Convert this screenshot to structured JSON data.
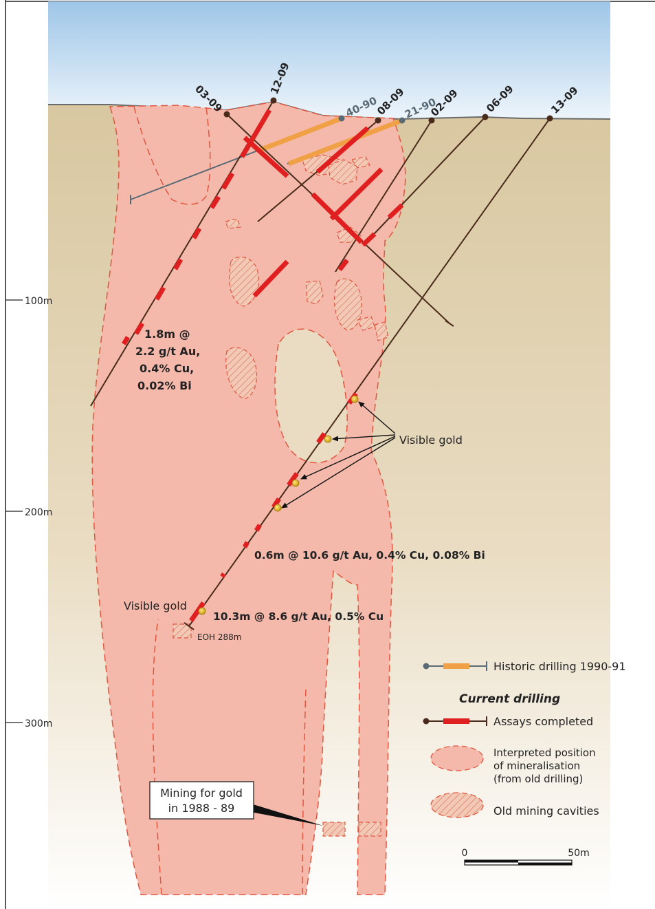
{
  "depth_labels": [
    "100m",
    "200m",
    "300m"
  ],
  "holes": {
    "current": [
      "03-09",
      "12-09",
      "08-09",
      "02-09",
      "06-09",
      "13-09"
    ],
    "historic": [
      "40-90",
      "21-90"
    ]
  },
  "annotations": {
    "intercept_top": [
      "1.8m @",
      "2.2 g/t Au,",
      "0.4% Cu,",
      "0.02% Bi"
    ],
    "intercept_mid": "0.6m @ 10.6 g/t Au, 0.4% Cu, 0.08% Bi",
    "intercept_low": "10.3m @ 8.6 g/t Au, 0.5% Cu",
    "visible_gold_right": "Visible gold",
    "visible_gold_left": "Visible gold",
    "eoh": "EOH 288m",
    "mining_box": [
      "Mining for gold",
      "in 1988 - 89"
    ]
  },
  "legend": {
    "historic": "Historic drilling 1990-91",
    "current_heading": "Current drilling",
    "assays": "Assays completed",
    "mineralisation": [
      "Interpreted position",
      "of mineralisation",
      "(from old drilling)"
    ],
    "cavities": "Old mining cavities"
  },
  "scale_bar": {
    "start": "0",
    "end": "50m"
  },
  "colors": {
    "sky_top": "#9ec6e8",
    "ground": "#d9c9a2",
    "mineralisation": "#f5b9ac",
    "mineral_edge": "#e0563f",
    "assay_red": "#e02020",
    "historic_orange": "#f0a045",
    "drill_line": "#4a2a1a"
  }
}
